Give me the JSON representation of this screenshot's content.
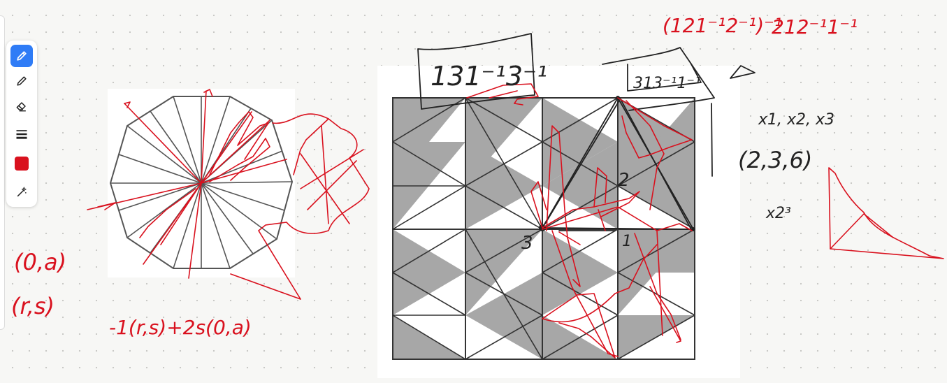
{
  "app": {
    "toolbar": {
      "tools": [
        {
          "name": "pen",
          "icon": "pen-icon",
          "active": true
        },
        {
          "name": "pencil",
          "icon": "pencil-icon",
          "active": false
        },
        {
          "name": "eraser",
          "icon": "eraser-icon",
          "active": false
        },
        {
          "name": "stroke-width",
          "icon": "stroke-width-icon",
          "active": false
        },
        {
          "name": "color",
          "icon": "color-swatch",
          "active": false
        },
        {
          "name": "lasso",
          "icon": "magic-wand-icon",
          "active": false
        }
      ],
      "selected_color": "#d9111e",
      "accent_color": "#2f7cf6"
    },
    "ink_color": "#d9111e",
    "handwritten_notes": [
      "(0,a)",
      "(r,s)",
      "-1(r,s)+2s(0,a)",
      "131⁻¹3⁻¹",
      "313⁻¹1⁻¹",
      "(121⁻¹2⁻¹)⁻¹",
      "212⁻¹1⁻¹",
      "x1, x2, x3",
      "(2,3,6)",
      "x2³",
      "1",
      "2",
      "3"
    ]
  }
}
